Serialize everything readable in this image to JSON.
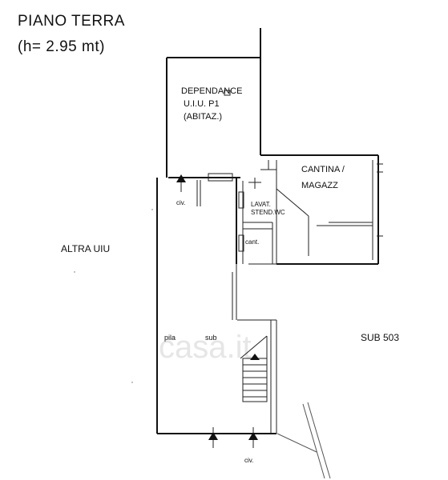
{
  "title": {
    "line1": "PIANO TERRA",
    "line2": "(h= 2.95 mt)"
  },
  "rooms": {
    "dependance": [
      "DEPENDANCE",
      "U.I.U. P1",
      "(ABITAZ.)"
    ],
    "cantina": [
      "CANTINA /",
      "MAGAZZ"
    ],
    "lavat": [
      "LAVAT.",
      "STEND.WC"
    ],
    "cant_small": "cant."
  },
  "labels": {
    "altra_uiu": "ALTRA UIU",
    "sub503": "SUB 503",
    "civ_top": "civ.",
    "civ_bottom": "civ.",
    "pila": "pila",
    "sub": "sub"
  },
  "watermark": "casa.it"
}
